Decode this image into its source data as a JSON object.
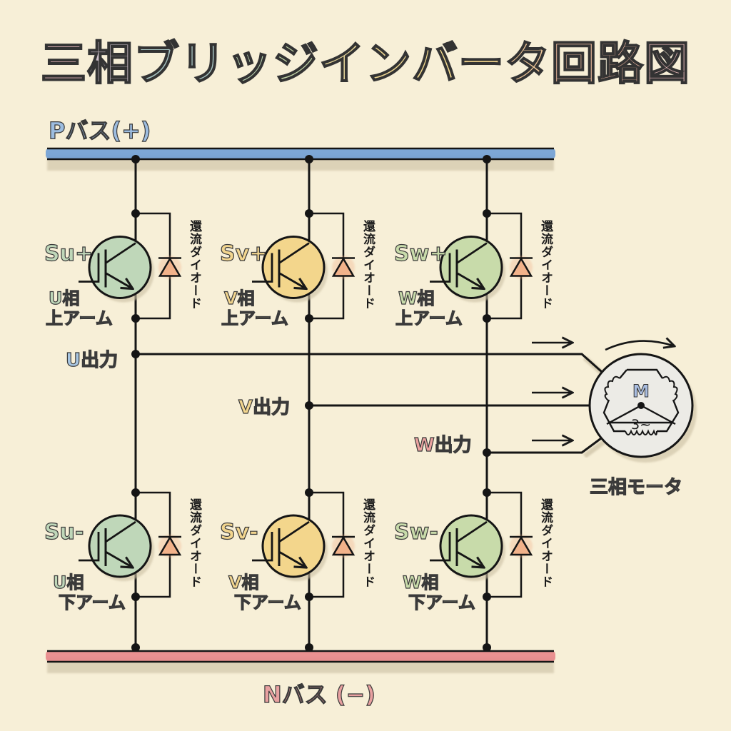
{
  "title": {
    "text": "三相ブリッジインバータ回路図",
    "char_colors": [
      "#e7b8bc",
      "#cdbfc9",
      "#a8c4c2",
      "#a8c4c2",
      "#b8cfae",
      "#c5d6a8",
      "#e8d79a",
      "#efd792",
      "#f2d98e",
      "#efd28c",
      "#f2c99a",
      "#f2bfa0",
      "#efb9a2",
      "#ecbcbc"
    ]
  },
  "buses": {
    "p": {
      "label": "Pバス(+)",
      "color": "#6f9fd6",
      "text_color": "#9dbde0"
    },
    "n": {
      "label": "Nバス (−)",
      "color": "#e8868a",
      "text_color": "#e8a0a0"
    }
  },
  "phases": [
    {
      "id": "u",
      "upper": {
        "switch_label": "Su+",
        "arm_line1": "U相",
        "arm_line2": "上アーム",
        "fill": "#bfd7b9",
        "label_color": "#bfd7b9"
      },
      "lower": {
        "switch_label": "Su-",
        "arm_line1": "U相",
        "arm_line2": "下アーム",
        "fill": "#bfd7b9",
        "label_color": "#bfd7b9"
      },
      "output_label": "U出力",
      "output_color": "#a8c6e2"
    },
    {
      "id": "v",
      "upper": {
        "switch_label": "Sv+",
        "arm_line1": "V相",
        "arm_line2": "上アーム",
        "fill": "#f3d68c",
        "label_color": "#f2d58e"
      },
      "lower": {
        "switch_label": "Sv-",
        "arm_line1": "V相",
        "arm_line2": "下アーム",
        "fill": "#f3d68c",
        "label_color": "#f2d58e"
      },
      "output_label": "V出力",
      "output_color": "#f2d58e"
    },
    {
      "id": "w",
      "upper": {
        "switch_label": "Sw+",
        "arm_line1": "W相",
        "arm_line2": "上アーム",
        "fill": "#c8dbaa",
        "label_color": "#c8dbaa"
      },
      "lower": {
        "switch_label": "Sw-",
        "arm_line1": "W相",
        "arm_line2": "下アーム",
        "fill": "#c8dbaa",
        "label_color": "#c8dbaa"
      },
      "output_label": "W出力",
      "output_color": "#eba3a0"
    }
  ],
  "diode_label": "還流ダイオード",
  "diode_color": "#f2b28a",
  "motor": {
    "symbol": "M",
    "phase_text": "3~",
    "label": "三相モータ",
    "body_color": "#ecebe6"
  }
}
